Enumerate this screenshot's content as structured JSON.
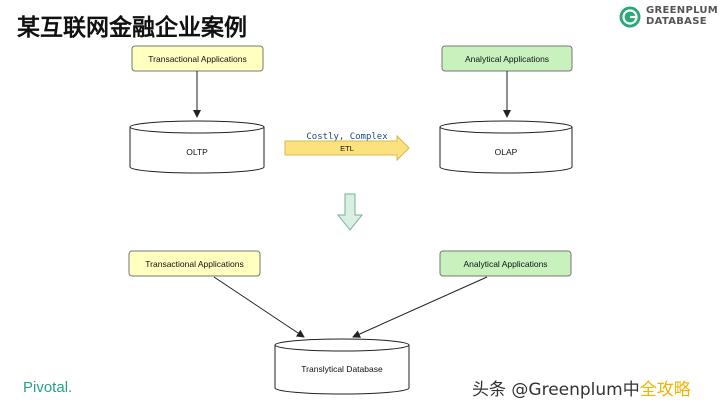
{
  "slide": {
    "title": "某互联网金融企业案例",
    "logo_line1": "GREENPLUM",
    "logo_line2": "DATABASE",
    "footer_brand": "Pivotal.",
    "watermark_main": "头条 @Greenplum中",
    "watermark_highlight": "全攻略"
  },
  "diagram": {
    "top_left_app": "Transactional Applications",
    "top_right_app": "Analytical Applications",
    "oltp_db": "OLTP",
    "olap_db": "OLAP",
    "etl_caption": "Costly, Complex",
    "etl_label": "ETL",
    "bottom_left_app": "Transactional Applications",
    "bottom_right_app": "Analytical Applications",
    "translytical_db": "Translytical Database"
  },
  "colors": {
    "transactional_fill": "#ffffc0",
    "analytical_fill": "#c9f1bd",
    "etl_arrow": "#fbe27f",
    "down_arrow_fill": "#d9efe4",
    "down_arrow_stroke": "#7aae94",
    "pivotal_teal": "#2a9e8c"
  }
}
